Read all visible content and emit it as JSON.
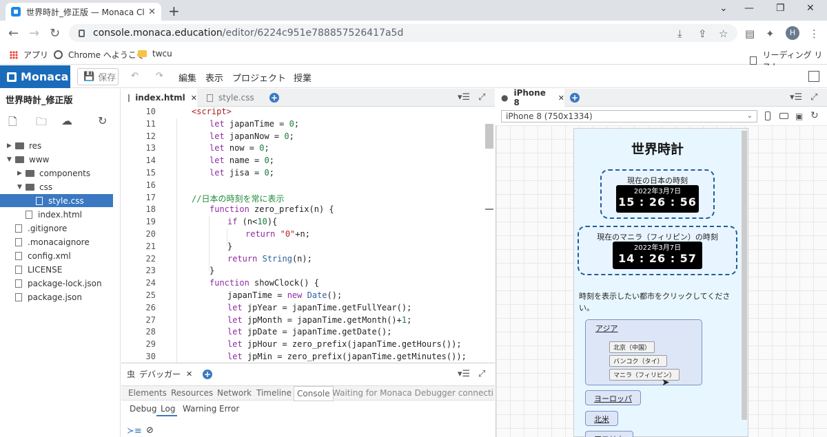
{
  "browser": {
    "tab_title": "世界時計_修正版 — Monaca Clo",
    "url_host": "console.monaca.education",
    "url_path": "/editor/6224c951e788857526417a5d",
    "avatar_letter": "H",
    "bookmarks": [
      "アプリ",
      "Chrome へようこそ",
      "twcu"
    ],
    "reading_list": "リーディング リスト"
  },
  "monaca": {
    "logo": "Monaca",
    "save_label": "保存",
    "menu": [
      "編集",
      "表示",
      "プロジェクト",
      "授業"
    ]
  },
  "sidebar": {
    "project_title": "世界時計_修正版",
    "tree": [
      {
        "label": "res",
        "type": "folder",
        "depth": 0,
        "expanded": false
      },
      {
        "label": "www",
        "type": "folder",
        "depth": 0,
        "expanded": true
      },
      {
        "label": "components",
        "type": "folder",
        "depth": 1,
        "expanded": false
      },
      {
        "label": "css",
        "type": "folder",
        "depth": 1,
        "expanded": true
      },
      {
        "label": "style.css",
        "type": "file",
        "depth": 2,
        "selected": true
      },
      {
        "label": "index.html",
        "type": "file",
        "depth": 1
      },
      {
        "label": ".gitignore",
        "type": "file",
        "depth": 0
      },
      {
        "label": ".monacaignore",
        "type": "file",
        "depth": 0
      },
      {
        "label": "config.xml",
        "type": "file",
        "depth": 0
      },
      {
        "label": "LICENSE",
        "type": "file",
        "depth": 0
      },
      {
        "label": "package-lock.json",
        "type": "file",
        "depth": 0
      },
      {
        "label": "package.json",
        "type": "file",
        "depth": 0
      }
    ]
  },
  "editor": {
    "tabs": [
      "index.html",
      "style.css"
    ],
    "lines": [
      {
        "n": "10",
        "html": "<span class=\"tg\">&lt;script&gt;</span>",
        "indent": 0
      },
      {
        "n": "11",
        "html": "<span class=\"kw\">let</span> japanTime = <span class=\"nm\">0</span>;",
        "indent": 1
      },
      {
        "n": "12",
        "html": "<span class=\"kw\">let</span> japanNow = <span class=\"nm\">0</span>;",
        "indent": 1
      },
      {
        "n": "13",
        "html": "<span class=\"kw\">let</span> now = <span class=\"nm\">0</span>;",
        "indent": 1
      },
      {
        "n": "14",
        "html": "<span class=\"kw\">let</span> name = <span class=\"nm\">0</span>;",
        "indent": 1
      },
      {
        "n": "15",
        "html": "<span class=\"kw\">let</span> jisa = <span class=\"nm\">0</span>;",
        "indent": 1
      },
      {
        "n": "16",
        "html": "",
        "indent": 0
      },
      {
        "n": "17",
        "html": "<span class=\"cm\">//日本の時刻を常に表示</span>",
        "indent": 0
      },
      {
        "n": "18",
        "html": "<span class=\"kw\">function</span> zero_prefix(n) {",
        "indent": 1
      },
      {
        "n": "19",
        "html": "<span class=\"kw\">if</span> (n&lt;<span class=\"nm\">10</span>){",
        "indent": 2
      },
      {
        "n": "20",
        "html": "<span class=\"kw\">return</span> <span class=\"st\">\"0\"</span>+n;",
        "indent": 3
      },
      {
        "n": "21",
        "html": "}",
        "indent": 2
      },
      {
        "n": "22",
        "html": "<span class=\"kw\">return</span> <span class=\"fn\">String</span>(n);",
        "indent": 2
      },
      {
        "n": "23",
        "html": "}",
        "indent": 1
      },
      {
        "n": "24",
        "html": "<span class=\"kw\">function</span> showClock() {",
        "indent": 1
      },
      {
        "n": "25",
        "html": "japanTime = <span class=\"kw\">new</span> <span class=\"fn\">Date</span>();",
        "indent": 2
      },
      {
        "n": "26",
        "html": "<span class=\"kw\">let</span> jpYear = japanTime.getFullYear();",
        "indent": 2
      },
      {
        "n": "27",
        "html": "<span class=\"kw\">let</span> jpMonth = japanTime.getMonth()+<span class=\"nm\">1</span>;",
        "indent": 2
      },
      {
        "n": "28",
        "html": "<span class=\"kw\">let</span> jpDate = japanTime.getDate();",
        "indent": 2
      },
      {
        "n": "29",
        "html": "<span class=\"kw\">let</span> jpHour = zero_prefix(japanTime.getHours());",
        "indent": 2
      },
      {
        "n": "30",
        "html": "<span class=\"kw\">let</span> jpMin = zero_prefix(japanTime.getMinutes());",
        "indent": 2
      }
    ]
  },
  "debugger": {
    "tab_label": "デバッガー",
    "nav": [
      "Elements",
      "Resources",
      "Network",
      "Timeline",
      "Console"
    ],
    "status": "Waiting for Monaca Debugger connection...",
    "sub": [
      "Debug",
      "Log",
      "Warning",
      "Error"
    ]
  },
  "preview": {
    "tab_label": "iPhone 8",
    "device": "iPhone 8 (750x1334)",
    "app_title": "世界時計",
    "japan_label": "現在の日本の時刻",
    "japan_date": "2022年3月7日",
    "japan_time": "15 : 26 : 56",
    "manila_label": "現在のマニラ（フィリピン）の時刻",
    "manila_date": "2022年3月7日",
    "manila_time": "14 : 26 : 57",
    "prompt": "時刻を表示したい都市をクリックしてください。",
    "region_asia": "アジア",
    "cities": [
      "北京（中国）",
      "バンコク（タイ）",
      "マニラ（フィリピン）"
    ],
    "region_europe": "ヨーロッパ",
    "region_na": "北米",
    "region_africa": "アフリカ"
  }
}
